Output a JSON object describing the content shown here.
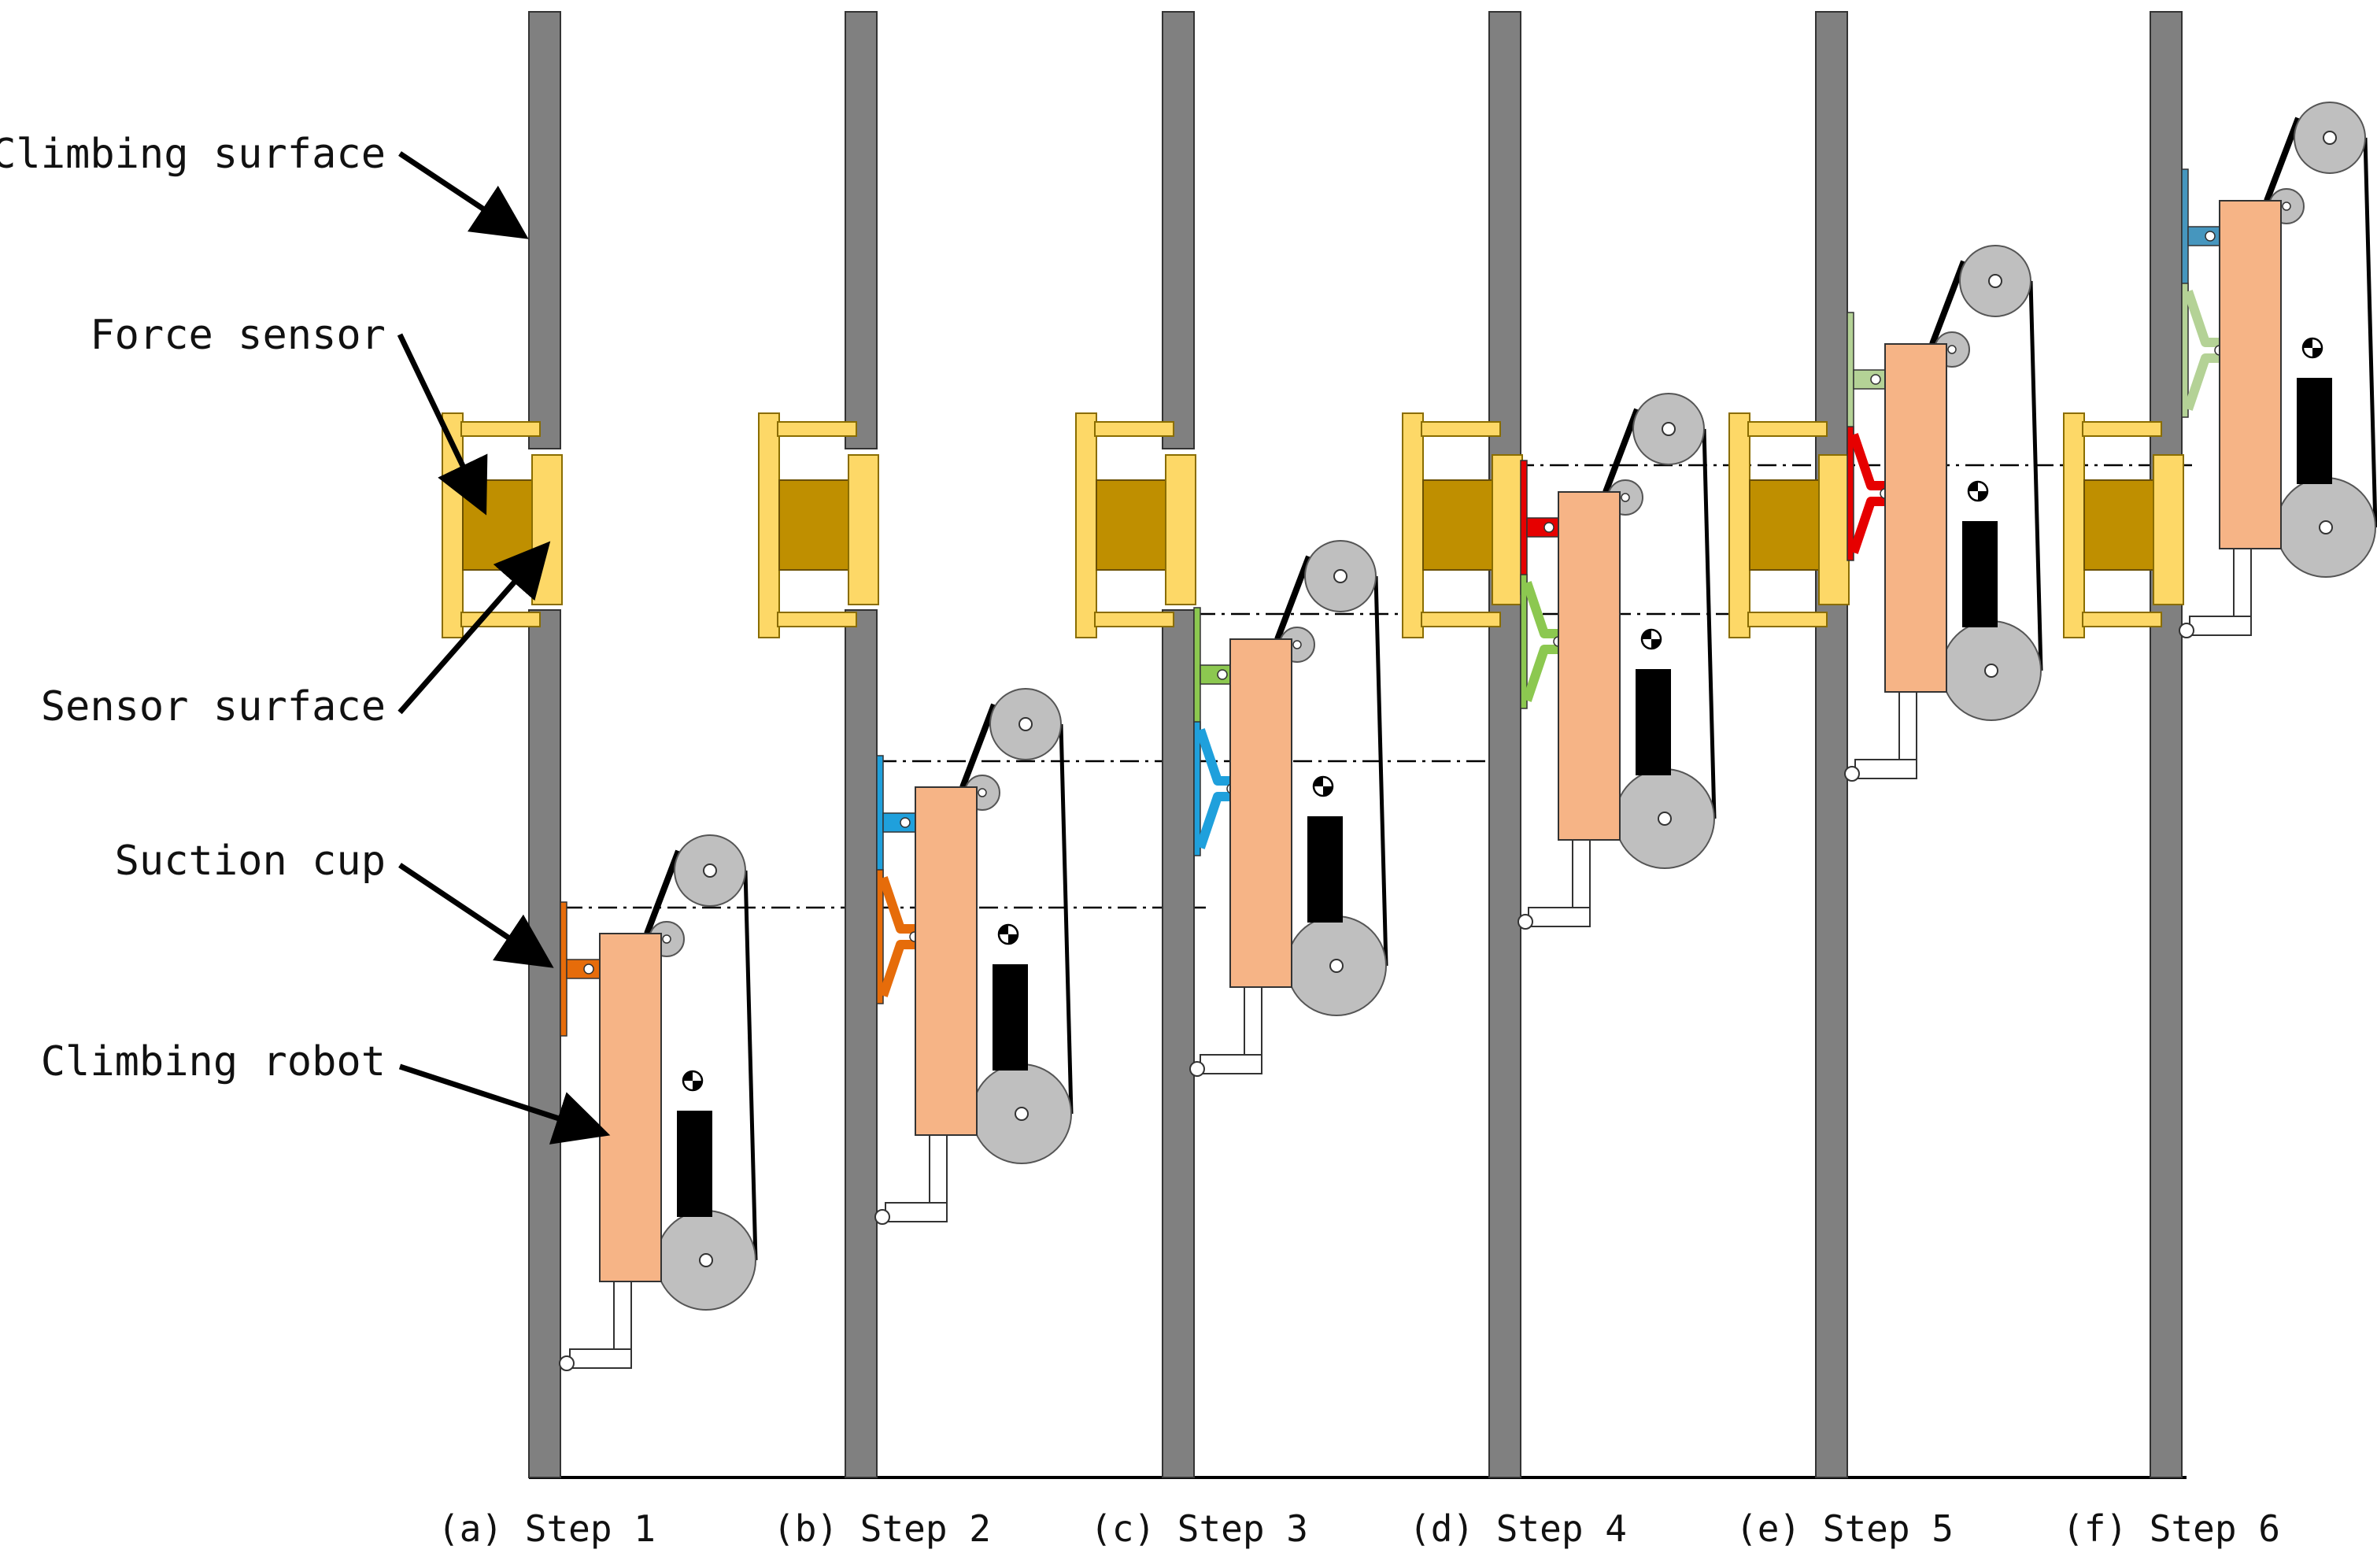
{
  "labels": {
    "climbing_surface": "Climbing surface",
    "force_sensor": "Force sensor",
    "sensor_surface": "Sensor surface",
    "suction_cup": "Suction cup",
    "climbing_robot": "Climbing robot"
  },
  "captions": [
    "(a)  Step 1",
    "(b)  Step 2",
    "(c)  Step 3",
    "(d)  Step 4",
    "(e)  Step 5",
    "(f)  Step 6"
  ],
  "colors": {
    "wall": "#808080",
    "sensor_frame": "#FDD867",
    "force_sensor": "#BF8F00",
    "robot_body": "#F6B486",
    "wheel": "#BFBFBF",
    "leg_orange": "#E66C0A",
    "leg_blue": "#1FA0DC",
    "leg_green": "#8CC850",
    "leg_red": "#E60000",
    "leg_lightgreen": "#B4D296",
    "leg_steelblue": "#4696BE"
  }
}
